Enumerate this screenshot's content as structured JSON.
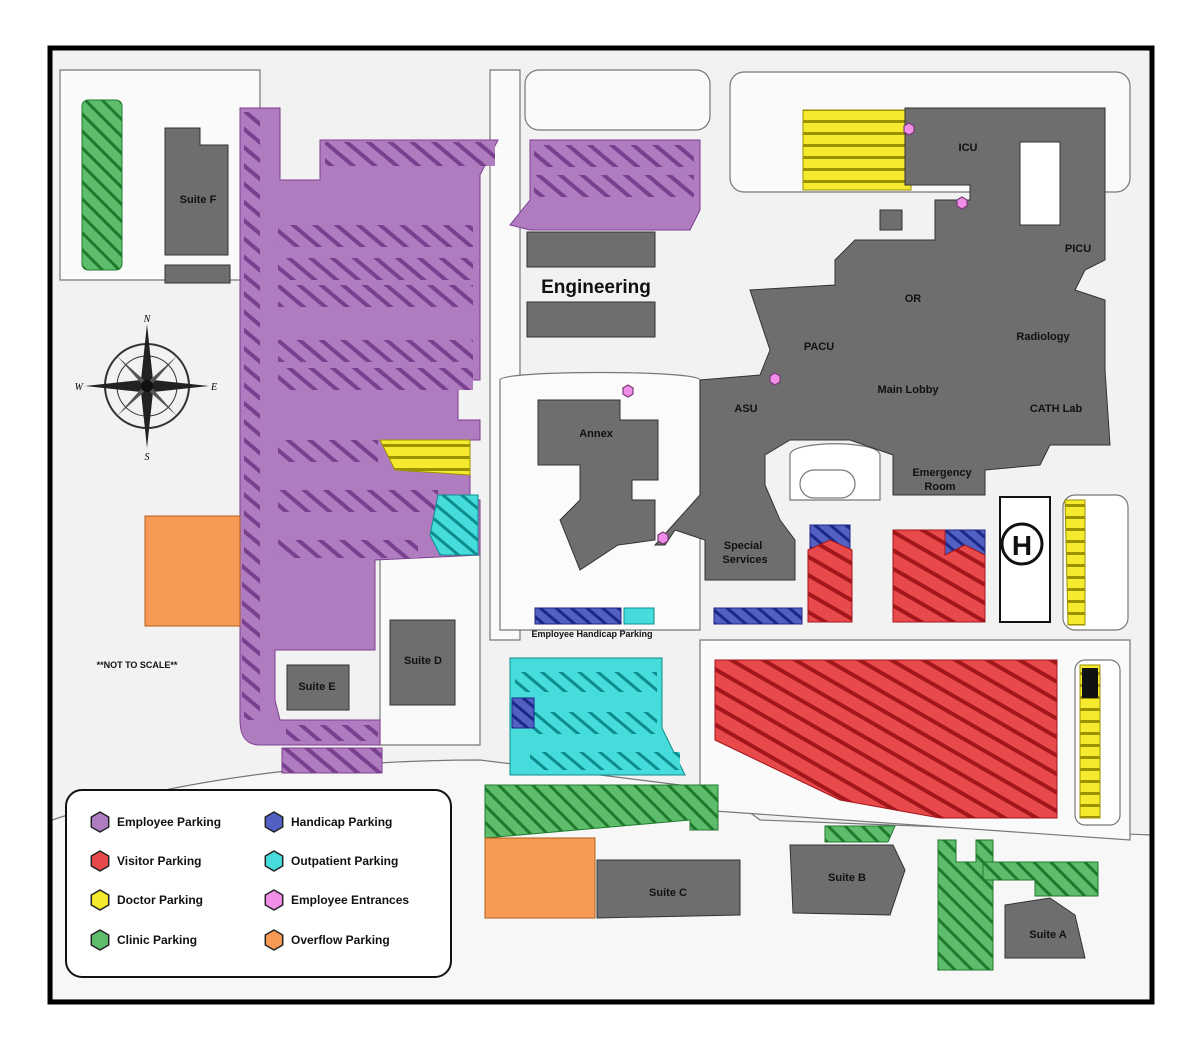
{
  "colors": {
    "employee": "#b07cc0",
    "employee_dark": "#7b3f8f",
    "visitor": "#e8494b",
    "visitor_dark": "#a3161c",
    "doctor": "#f5ea2d",
    "doctor_dark": "#9c9200",
    "clinic": "#5dbd6b",
    "clinic_dark": "#1f7a2e",
    "handicap": "#5260c4",
    "handicap_dark": "#1d2785",
    "outpatient": "#46dcdc",
    "outpatient_dark": "#0d8c8c",
    "entrance": "#f08ee8",
    "overflow": "#f79a55",
    "building": "#6e6e6e",
    "road": "#d6d6d6",
    "border": "#000000"
  },
  "buildings": {
    "suite_f": "Suite F",
    "suite_e": "Suite E",
    "suite_d": "Suite D",
    "suite_c": "Suite C",
    "suite_b": "Suite B",
    "suite_a": "Suite A",
    "engineering": "Engineering",
    "annex": "Annex",
    "asu": "ASU",
    "special_services_1": "Special",
    "special_services_2": "Services",
    "pacu": "PACU",
    "main_lobby": "Main Lobby",
    "or": "OR",
    "icu": "ICU",
    "picu": "PICU",
    "radiology": "Radiology",
    "cath_lab": "CATH Lab",
    "emergency_1": "Emergency",
    "emergency_2": "Room",
    "helipad": "H"
  },
  "labels": {
    "employee_handicap": "Employee Handicap Parking",
    "not_to_scale": "**NOT TO SCALE**"
  },
  "compass": {
    "n": "N",
    "s": "S",
    "e": "E",
    "w": "W"
  },
  "legend": [
    {
      "label": "Employee Parking",
      "color_key": "employee"
    },
    {
      "label": "Handicap Parking",
      "color_key": "handicap"
    },
    {
      "label": "Visitor Parking",
      "color_key": "visitor"
    },
    {
      "label": "Outpatient Parking",
      "color_key": "outpatient"
    },
    {
      "label": "Doctor Parking",
      "color_key": "doctor"
    },
    {
      "label": "Employee Entrances",
      "color_key": "entrance"
    },
    {
      "label": "Clinic Parking",
      "color_key": "clinic"
    },
    {
      "label": "Overflow Parking",
      "color_key": "overflow"
    }
  ]
}
